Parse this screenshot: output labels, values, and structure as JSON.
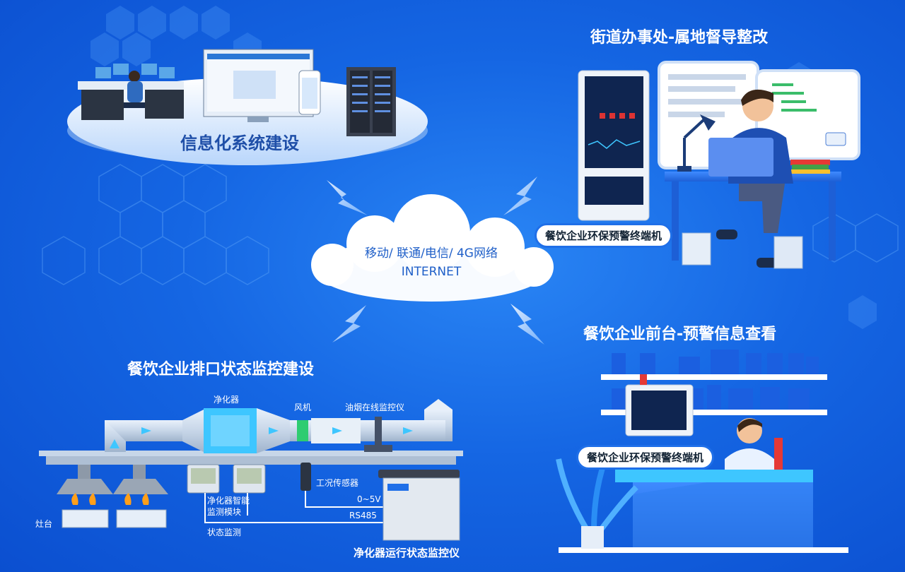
{
  "network": {
    "line1": "移动/ 联通/电信/ 4G网络",
    "line2": "INTERNET"
  },
  "info_system": {
    "label": "信息化系统建设"
  },
  "street_office": {
    "title": "街道办事处-属地督导整改",
    "terminal_label": "餐饮企业环保预警终端机"
  },
  "restaurant_front": {
    "title": "餐饮企业前台-预警信息查看",
    "terminal_label": "餐饮企业环保预警终端机"
  },
  "exhaust": {
    "title": "餐饮企业排口状态监控建设",
    "purifier": "净化器",
    "fan": "风机",
    "oil_smoke_monitor": "油烟在线监控仪",
    "condition_sensor": "工况传感器",
    "purifier_module_line1": "净化器智能",
    "purifier_module_line2": "监测模块",
    "status_monitor": "状态监测",
    "stove": "灶台",
    "signal_0_5v": "0~5V",
    "signal_rs485": "RS485",
    "device_label": "净化器运行状态监控仪"
  },
  "colors": {
    "bg_dark": "#0b4fd0",
    "bg_mid": "#1566e3",
    "accent_cyan": "#3ec6ff",
    "pill_border": "#1f6fe8"
  }
}
